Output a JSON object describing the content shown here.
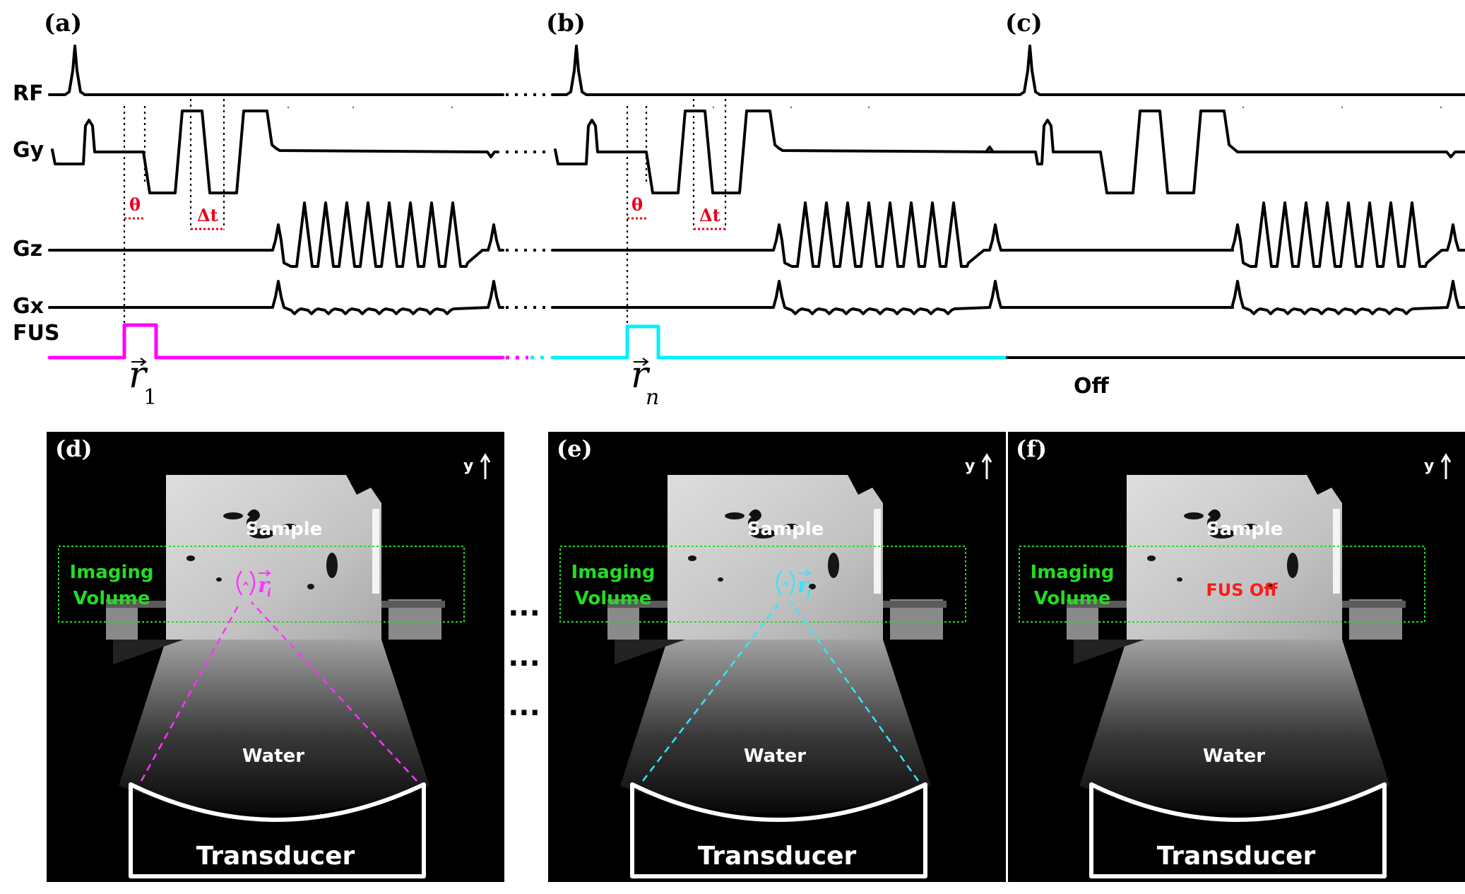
{
  "panels": {
    "a": "(a)",
    "b": "(b)",
    "c": "(c)",
    "d": "(d)",
    "e": "(e)",
    "f": "(f)"
  },
  "sequence": {
    "row_labels": {
      "rf": "RF",
      "gy": "Gy",
      "gz": "Gz",
      "gx": "Gx",
      "fus": "FUS"
    },
    "theta_label": "θ",
    "dt_label": "Δt",
    "r1_label": "r",
    "r1_sub": "1",
    "rn_label": "r",
    "rn_sub": "n",
    "off_label": "Off",
    "fus_colors": {
      "a": "#ff00ff",
      "b": "#00f0ff",
      "c": "#000000"
    },
    "annotation_color": "#e8001c"
  },
  "images": {
    "axis_label": "y",
    "sample_label": "Sample",
    "imaging_line1": "Imaging",
    "imaging_line2": "Volume",
    "water_label": "Water",
    "transducer_label": "Transducer",
    "focus_label_d": "r",
    "focus_sub_d": "i",
    "focus_label_e": "r",
    "focus_sub_e": "j",
    "fus_off_label": "FUS Off",
    "imaging_color": "#22dd22",
    "focus_color_d": "#ff33ff",
    "focus_color_e": "#33e6ff",
    "fus_off_color": "#ff1a1a"
  },
  "ellipsis": "···"
}
